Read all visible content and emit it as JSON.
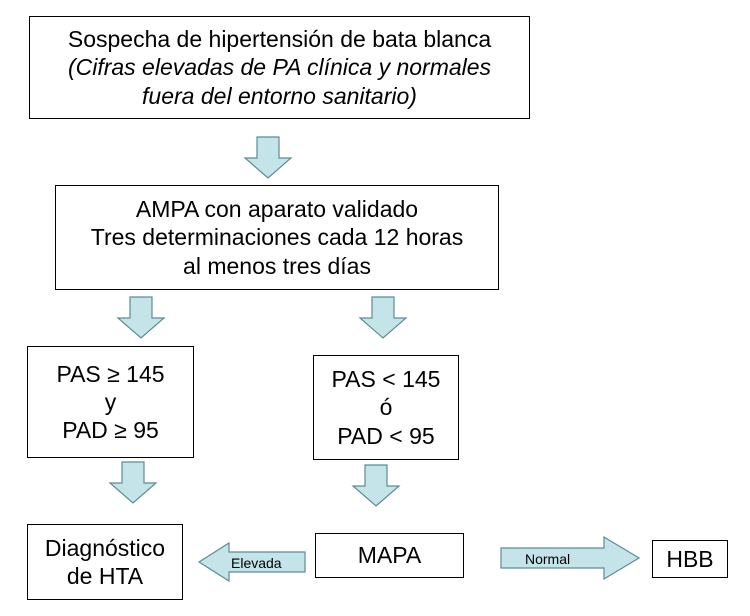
{
  "nodes": {
    "suspicion": {
      "title": "Sospecha de hipertensión de bata blanca",
      "subtitle_line1": "(Cifras elevadas de PA clínica y normales",
      "subtitle_line2": "fuera del entorno sanitario)"
    },
    "ampa": {
      "line1": "AMPA con aparato validado",
      "line2": "Tres determinaciones cada 12 horas",
      "line3": "al menos tres días"
    },
    "high": {
      "line1": "PAS ≥ 145",
      "line2": "y",
      "line3": "PAD ≥ 95"
    },
    "low": {
      "line1": "PAS < 145",
      "line2": "ó",
      "line3": "PAD < 95"
    },
    "diagnosis": {
      "line1": "Diagnóstico",
      "line2": "de HTA"
    },
    "mapa": {
      "label": "MAPA"
    },
    "hbb": {
      "label": "HBB"
    }
  },
  "edges": {
    "elevated_label": "Elevada",
    "normal_label": "Normal"
  },
  "colors": {
    "arrow_fill": "#c5e4ea",
    "arrow_stroke": "#5f8a93",
    "border": "#000000"
  }
}
